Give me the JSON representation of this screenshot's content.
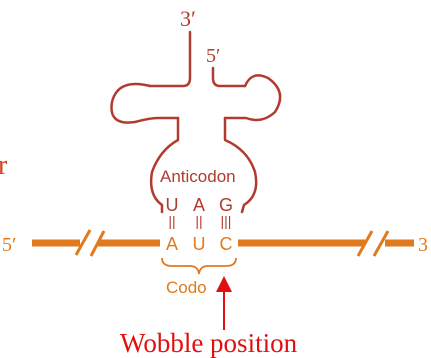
{
  "colors": {
    "trna": "#b23b2f",
    "mrna": "#e07a1f",
    "annotation": "#e01010",
    "fragment": "#d84020"
  },
  "labels": {
    "trna_3_end": "3′",
    "trna_5_end": "5′",
    "anticodon": "Anticodon",
    "mrna_5_end": "5′",
    "mrna_3_end": "3",
    "codon": "Codo",
    "wobble_position": "Wobble position",
    "left_fragment": "r"
  },
  "anticodon_bases": [
    "U",
    "A",
    "G"
  ],
  "codon_bases": [
    "A",
    "U",
    "C"
  ],
  "pairing_marks": [
    "||",
    "||",
    "|||"
  ]
}
